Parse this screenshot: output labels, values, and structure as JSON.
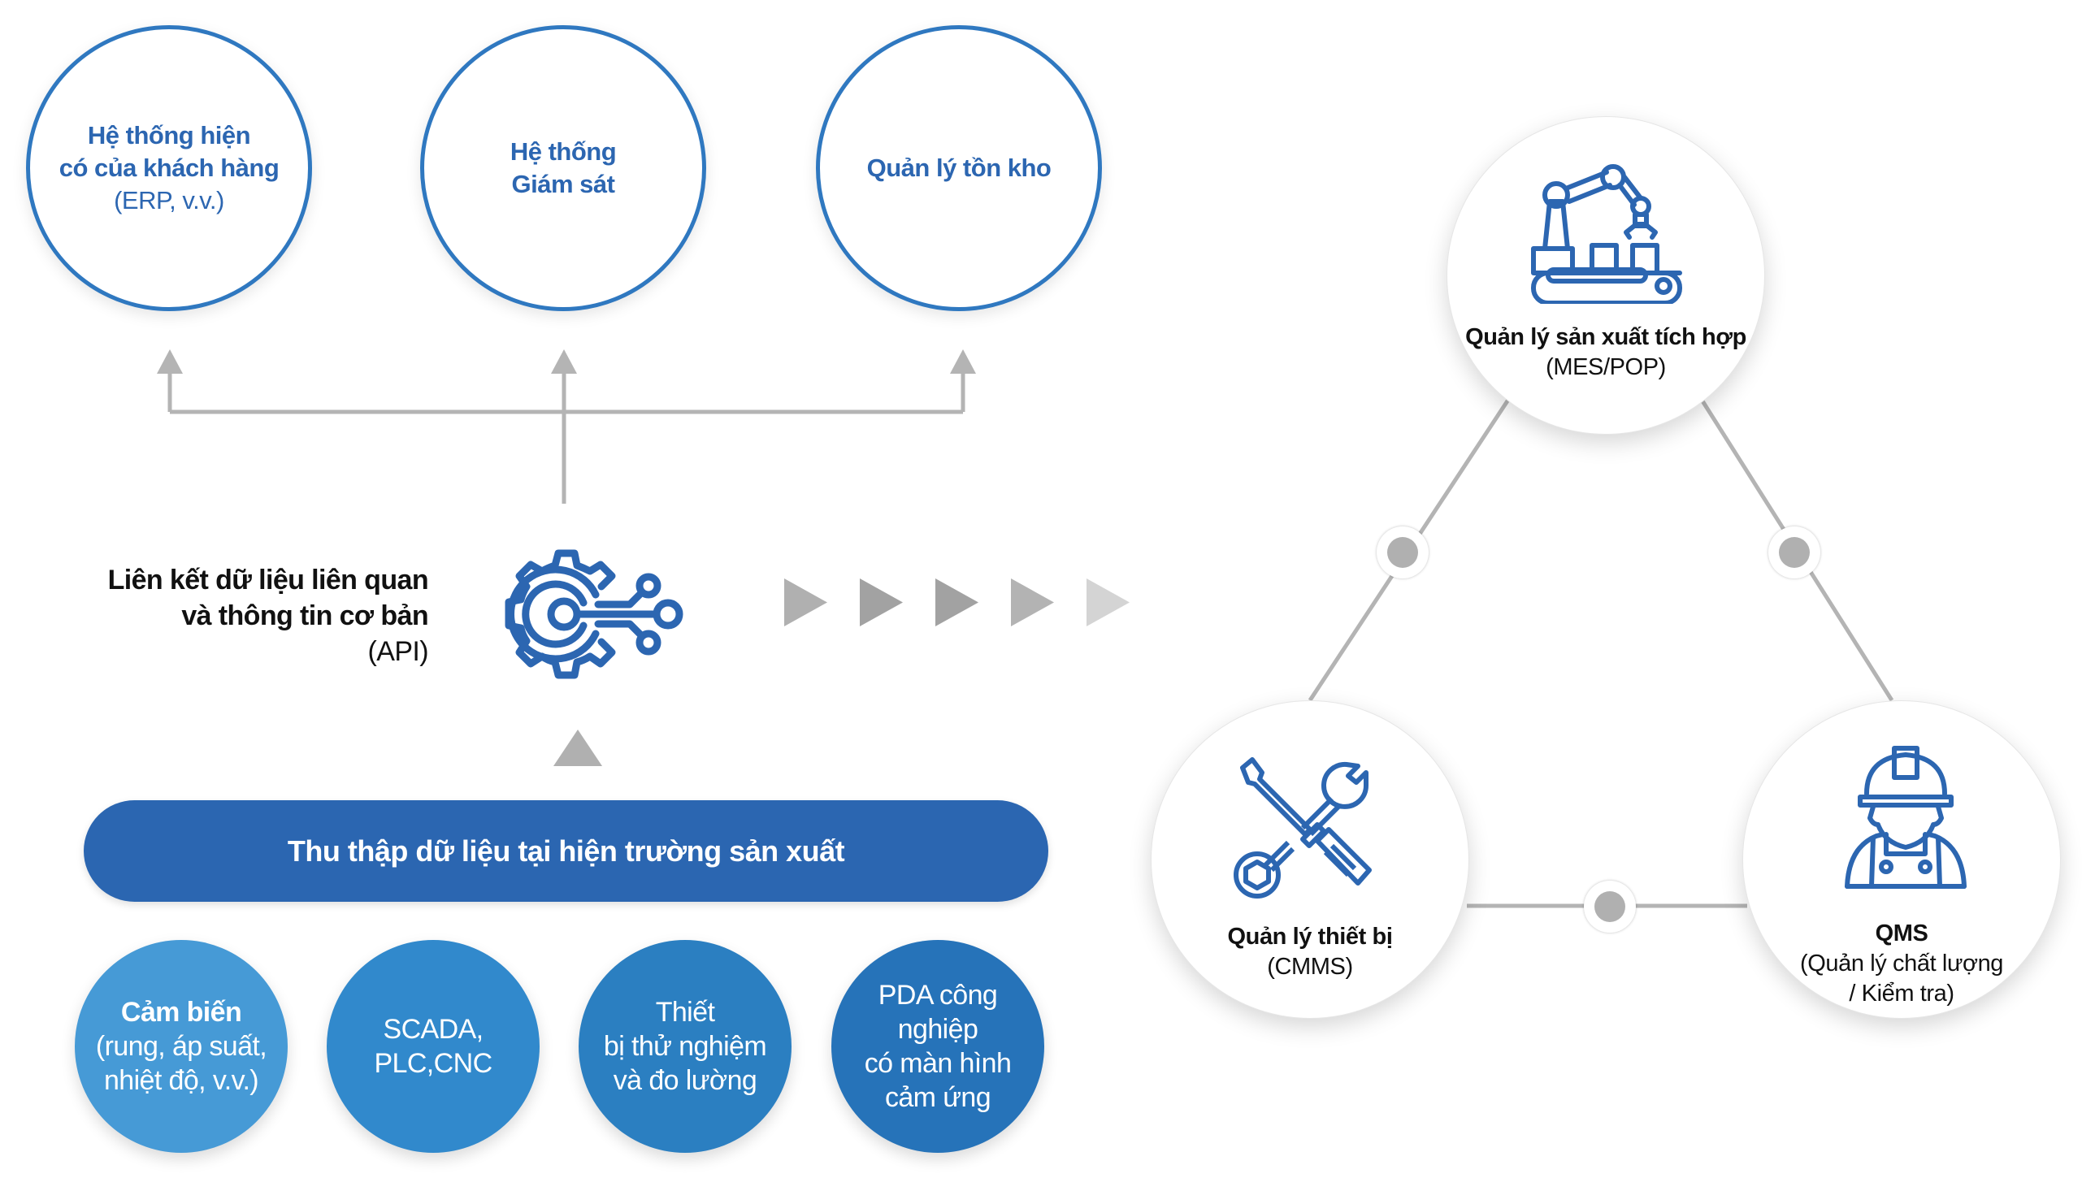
{
  "colors": {
    "primary_blue": "#2c66b1",
    "outline_blue": "#2f78c0",
    "connector_gray": "#b4b4b4",
    "source_circles": [
      "#469ad6",
      "#3189cc",
      "#2b7fc1",
      "#2673b9"
    ],
    "flow_arrows": [
      "#b0b0b0",
      "#a2a2a2",
      "#a2a2a2",
      "#b3b3b3",
      "#d4d4d4"
    ]
  },
  "targets": [
    {
      "lines": [
        "Hệ thống hiện",
        "có của khách hàng"
      ],
      "sub": "(ERP, v.v.)",
      "icon": "none"
    },
    {
      "lines": [
        "Hệ thống",
        "Giám sát"
      ],
      "sub": "",
      "icon": "none"
    },
    {
      "lines": [
        "Quản lý tồn kho"
      ],
      "sub": "",
      "icon": "none"
    }
  ],
  "integration": {
    "lines": [
      "Liên kết dữ liệu liên quan",
      "và thông tin cơ bản"
    ],
    "sub": "(API)",
    "icon": "gear-circuit-icon"
  },
  "collection": {
    "label": "Thu thập dữ liệu tại hiện trường sản xuất"
  },
  "sources": [
    {
      "lines": [
        "Cảm biến",
        "(rung, áp suất,",
        "nhiệt độ, v.v.)"
      ],
      "bold_first": true
    },
    {
      "lines": [
        "SCADA,",
        "PLC,CNC"
      ],
      "bold_first": false
    },
    {
      "lines": [
        "Thiết",
        "bị thử nghiệm",
        "và đo lường"
      ],
      "bold_first": false
    },
    {
      "lines": [
        "PDA công",
        "nghiệp",
        "có màn hình",
        "cảm ứng"
      ],
      "bold_first": false
    }
  ],
  "flow": {
    "arrow_count": 5,
    "icon": "play-triangle-icon"
  },
  "network": {
    "nodes": [
      {
        "id": "mes",
        "title": "Quản lý sản xuất tích hợp",
        "sub": "(MES/POP)",
        "icon": "robot-arm-conveyor-icon"
      },
      {
        "id": "cmms",
        "title": "Quản lý thiết bị",
        "sub": "(CMMS)",
        "icon": "wrench-screwdriver-icon"
      },
      {
        "id": "qms",
        "title": "QMS",
        "sub_lines": [
          "(Quản lý chất lượng",
          "/ Kiểm tra)"
        ],
        "icon": "worker-hardhat-icon"
      }
    ],
    "links": [
      {
        "from": "mes",
        "to": "cmms"
      },
      {
        "from": "mes",
        "to": "qms"
      },
      {
        "from": "cmms",
        "to": "qms"
      }
    ]
  }
}
